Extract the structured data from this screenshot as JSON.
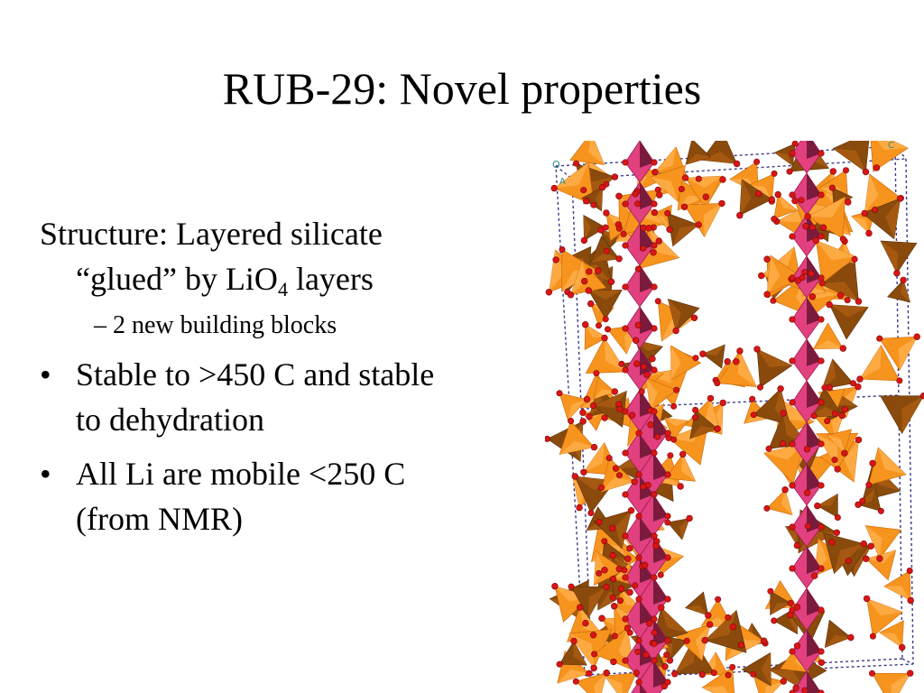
{
  "title": "RUB-29: Novel properties",
  "structure": {
    "lead": "Structure: Layered silicate",
    "cont_pre": "“glued” by LiO",
    "cont_sub": "4",
    "cont_post": " layers"
  },
  "sub_item": "– 2 new building blocks",
  "bullet_char": "•",
  "bullets": [
    [
      "Stable to >450 C and stable",
      "to dehydration"
    ],
    [
      "All Li are mobile <250 C",
      "(from NMR)"
    ]
  ],
  "figure": {
    "description_icon": "crystal-structure-image",
    "axis_labels": {
      "a": "A",
      "o": "O",
      "c": "C"
    },
    "colors": {
      "tetra_light": "#f7941e",
      "tetra_dark": "#8a4a0c",
      "li_magenta": "#e2407f",
      "li_dark": "#6f1736",
      "oxygen": "#d91515",
      "cell_edges": "#3a3a8c"
    }
  }
}
